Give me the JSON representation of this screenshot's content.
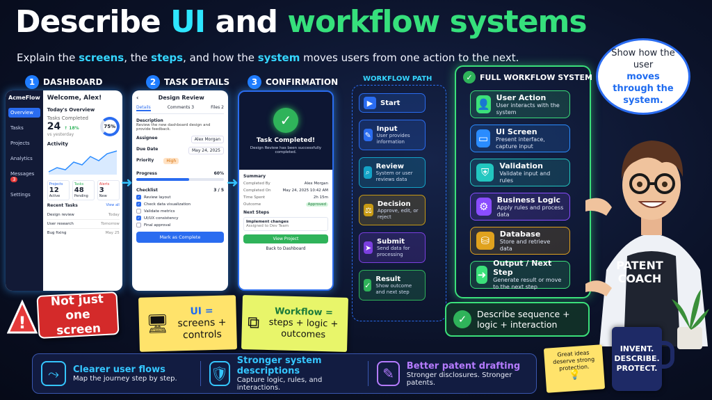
{
  "title": {
    "part1": "Describe ",
    "part2": "UI",
    "part3": " and ",
    "part4": "workflow systems"
  },
  "subtitle": {
    "a": "Explain the ",
    "b": "screens",
    "c": ", the ",
    "d": "steps",
    "e": ", and how the ",
    "f": "system",
    "g": " moves users from one action to the next."
  },
  "steps": [
    {
      "num": "1",
      "label": "DASHBOARD"
    },
    {
      "num": "2",
      "label": "TASK DETAILS"
    },
    {
      "num": "3",
      "label": "CONFIRMATION"
    }
  ],
  "dashboard": {
    "brand": "AcmeFlow",
    "welcome": "Welcome, Alex!",
    "nav": [
      "Overview",
      "Tasks",
      "Projects",
      "Analytics",
      "Messages",
      "Settings"
    ],
    "messages_badge": "3",
    "overview_title": "Today's Overview",
    "tasks_completed_label": "Tasks Completed",
    "tasks_completed": "24",
    "change": "↑ 18%",
    "vs": "vs yesterday",
    "percent": "75%",
    "activity": "Activity",
    "stats": [
      {
        "label": "Projects",
        "value": "12",
        "sub": "Active"
      },
      {
        "label": "Tasks",
        "value": "48",
        "sub": "Pending"
      },
      {
        "label": "Alerts",
        "value": "3",
        "sub": "New"
      }
    ],
    "recent_title": "Recent Tasks",
    "view_all": "View all",
    "recent": [
      {
        "name": "Design review",
        "time": "Today"
      },
      {
        "name": "User research",
        "time": "Tomorrow"
      },
      {
        "name": "Bug fixing",
        "time": "May 25"
      }
    ]
  },
  "task": {
    "header": "Design Review",
    "tabs": [
      "Details",
      "Comments",
      "Files"
    ],
    "tab_counts": [
      "3",
      "2"
    ],
    "desc_label": "Description",
    "desc": "Review the new dashboard design and provide feedback.",
    "assignee_label": "Assignee",
    "assignee": "Alex Morgan",
    "due_label": "Due Date",
    "due": "May 24, 2025",
    "priority_label": "Priority",
    "priority": "High",
    "progress_label": "Progress",
    "progress_text": "60%",
    "progress": 0.6,
    "checklist_label": "Checklist",
    "checklist_count": "3 / 5",
    "checklist": [
      {
        "text": "Review layout",
        "done": true
      },
      {
        "text": "Check data visualization",
        "done": true
      },
      {
        "text": "Validate metrics",
        "done": false
      },
      {
        "text": "UI/UX consistency",
        "done": true
      },
      {
        "text": "Final approval",
        "done": false
      }
    ],
    "button": "Mark as Complete"
  },
  "confirm": {
    "title": "Task Completed!",
    "message": "Design Review has been successfully completed.",
    "summary": "Summary",
    "rows": [
      {
        "k": "Completed By",
        "v": "Alex Morgan"
      },
      {
        "k": "Completed On",
        "v": "May 24, 2025  10:42 AM"
      },
      {
        "k": "Time Spent",
        "v": "2h 15m"
      },
      {
        "k": "Outcome",
        "v": "Approved"
      }
    ],
    "next_title": "Next Steps",
    "next_item": "Implement changes",
    "next_sub": "Assigned to Dev Team",
    "btn_primary": "View Project",
    "btn_secondary": "Back to Dashboard"
  },
  "workflow_path": {
    "title": "WORKFLOW PATH",
    "nodes": [
      {
        "title": "Start",
        "desc": "",
        "icon": "play-icon",
        "color": "#2a6cf0"
      },
      {
        "title": "Input",
        "desc": "User provides information",
        "icon": "pencil-icon",
        "color": "#2a6cf0"
      },
      {
        "title": "Review",
        "desc": "System or user reviews data",
        "icon": "search-icon",
        "color": "#14a3c7"
      },
      {
        "title": "Decision",
        "desc": "Approve, edit, or reject",
        "icon": "scale-icon",
        "color": "#c79a14"
      },
      {
        "title": "Submit",
        "desc": "Send data for processing",
        "icon": "send-icon",
        "color": "#7b3fe0"
      },
      {
        "title": "Result",
        "desc": "Show outcome and next step",
        "icon": "check-icon",
        "color": "#2fb35a"
      }
    ]
  },
  "full_system": {
    "title": "FULL WORKFLOW SYSTEM",
    "nodes": [
      {
        "title": "User Action",
        "desc": "User interacts with the system",
        "icon": "user-icon",
        "color": "#3be07a"
      },
      {
        "title": "UI Screen",
        "desc": "Present interface, capture input",
        "icon": "monitor-icon",
        "color": "#2a8cff"
      },
      {
        "title": "Validation",
        "desc": "Validate input and rules",
        "icon": "shield-check-icon",
        "color": "#22c7c0"
      },
      {
        "title": "Business Logic",
        "desc": "Apply rules and process data",
        "icon": "gear-icon",
        "color": "#8a4dff"
      },
      {
        "title": "Database",
        "desc": "Store and retrieve data",
        "icon": "database-icon",
        "color": "#e0a21e"
      },
      {
        "title": "Output / Next Step",
        "desc": "Generate result or move to the next step",
        "icon": "arrow-right-icon",
        "color": "#3be07a"
      }
    ],
    "summary": "Describe sequence + logic + interaction"
  },
  "bubble": {
    "a": "Show how the user",
    "b": "moves through the system."
  },
  "notes": {
    "red": "Not just one screen",
    "yellow1_a": "UI =",
    "yellow1_b": "screens + controls",
    "yellow2_a": "Workflow =",
    "yellow2_b": "steps + logic + outcomes",
    "small": "Great ideas deserve strong protection."
  },
  "shirt": "PATENT COACH",
  "mug": "INVENT. DESCRIBE. PROTECT.",
  "bottom": [
    {
      "title": "Clearer user flows",
      "desc": "Map the journey step by step.",
      "color": "#35c6ff",
      "icon": "flow-icon"
    },
    {
      "title": "Stronger system descriptions",
      "desc": "Capture logic, rules, and interactions.",
      "color": "#35c6ff",
      "icon": "shield-icon"
    },
    {
      "title": "Better patent drafting",
      "desc": "Stronger disclosures. Stronger patents.",
      "color": "#b57bff",
      "icon": "document-pen-icon"
    }
  ]
}
